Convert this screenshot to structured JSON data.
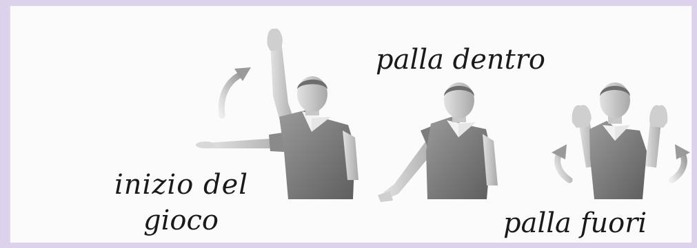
{
  "signals": [
    {
      "label_line1": "inizio del",
      "label_line2": "gioco"
    },
    {
      "label": "palla dentro"
    },
    {
      "label": "palla fuori"
    }
  ]
}
